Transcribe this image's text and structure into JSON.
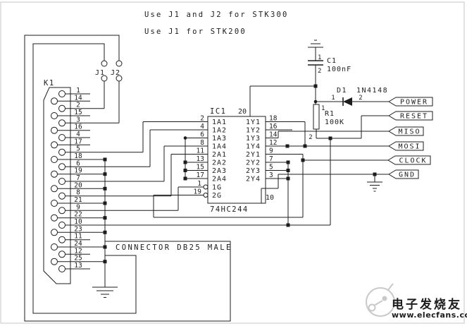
{
  "notes": [
    "Use J1 and J2 for STK300",
    "Use J1 for STK200"
  ],
  "jumpers": [
    "J1",
    "J2"
  ],
  "k1": {
    "ref": "K1",
    "pins": [
      "1",
      "14",
      "2",
      "15",
      "3",
      "16",
      "4",
      "17",
      "5",
      "18",
      "6",
      "19",
      "7",
      "20",
      "8",
      "21",
      "9",
      "22",
      "10",
      "23",
      "11",
      "24",
      "12",
      "25",
      "13"
    ],
    "grounded_pins": [
      "18",
      "19",
      "20",
      "21",
      "22",
      "23",
      "24",
      "25"
    ]
  },
  "ic": {
    "ref": "IC1",
    "part": "74HC244",
    "power_pin": "20",
    "ground_pin": "10",
    "left_pins": [
      {
        "pin": "2",
        "label": "1A1"
      },
      {
        "pin": "4",
        "label": "1A2"
      },
      {
        "pin": "6",
        "label": "1A3"
      },
      {
        "pin": "8",
        "label": "1A4"
      },
      {
        "pin": "11",
        "label": "2A1"
      },
      {
        "pin": "13",
        "label": "2A2"
      },
      {
        "pin": "15",
        "label": "2A3"
      },
      {
        "pin": "17",
        "label": "2A4"
      }
    ],
    "enable_pins": [
      {
        "pin": "1",
        "label": "1G"
      },
      {
        "pin": "19",
        "label": "2G"
      }
    ],
    "right_pins": [
      {
        "pin": "18",
        "label": "1Y1"
      },
      {
        "pin": "16",
        "label": "1Y2"
      },
      {
        "pin": "14",
        "label": "1Y3"
      },
      {
        "pin": "12",
        "label": "1Y4"
      },
      {
        "pin": "9",
        "label": "2Y1"
      },
      {
        "pin": "7",
        "label": "2Y2"
      },
      {
        "pin": "5",
        "label": "2Y3"
      },
      {
        "pin": "3",
        "label": "2Y4"
      }
    ]
  },
  "components": {
    "c1": {
      "ref": "C1",
      "value": "100nF",
      "pin1": "1",
      "pin2": "2"
    },
    "d1": {
      "ref": "D1",
      "part": "1N4148",
      "pin1": "1",
      "pin2": "2"
    },
    "r1": {
      "ref": "R1",
      "value": "100K",
      "pin1": "1",
      "pin2": "2"
    }
  },
  "flags": [
    {
      "label": "POWER"
    },
    {
      "label": "RESET"
    },
    {
      "label": "MISO"
    },
    {
      "label": "MOSI"
    },
    {
      "label": "CLOCK"
    },
    {
      "label": "GND"
    }
  ],
  "connector_label": "CONNECTOR DB25 MALE",
  "watermark": {
    "title": "电子发烧友",
    "url": "www.elecfans.com"
  },
  "colors": {
    "line": "#1c1c1c",
    "background": "#ffffff",
    "watermark": "#c9c9c9",
    "border": "#c6c6c6"
  }
}
